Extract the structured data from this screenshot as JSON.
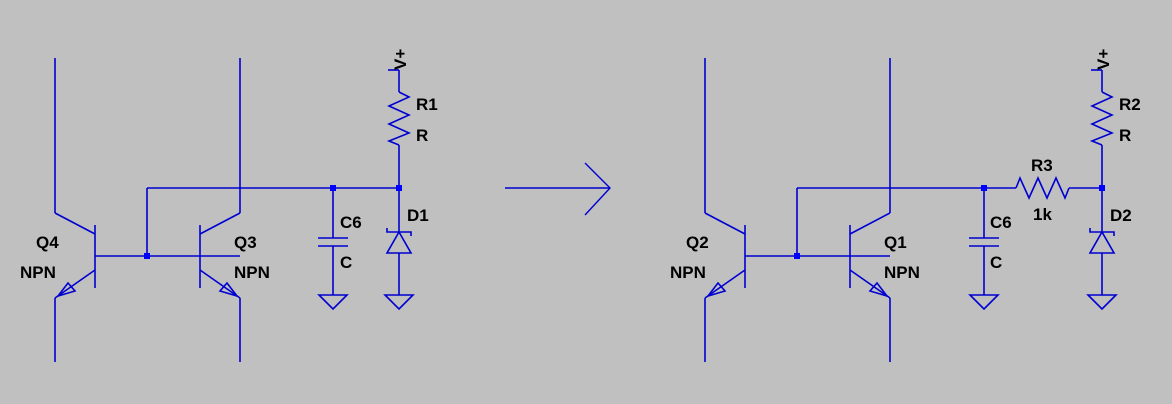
{
  "left_circuit": {
    "q_left": {
      "ref": "Q4",
      "model": "NPN"
    },
    "q_right": {
      "ref": "Q3",
      "model": "NPN"
    },
    "cap": {
      "ref": "C6",
      "value": "C"
    },
    "res": {
      "ref": "R1",
      "value": "R"
    },
    "diode": {
      "ref": "D1"
    },
    "supply": "V+"
  },
  "right_circuit": {
    "q_left": {
      "ref": "Q2",
      "model": "NPN"
    },
    "q_right": {
      "ref": "Q1",
      "model": "NPN"
    },
    "cap": {
      "ref": "C6",
      "value": "C"
    },
    "res_top": {
      "ref": "R2",
      "value": "R"
    },
    "res_series": {
      "ref": "R3",
      "value": "1k"
    },
    "diode": {
      "ref": "D2"
    },
    "supply": "V+"
  },
  "colors": {
    "background": "#c0c0c0",
    "wire": "#0000d0",
    "junction": "#0000ff",
    "text": "#000000"
  }
}
